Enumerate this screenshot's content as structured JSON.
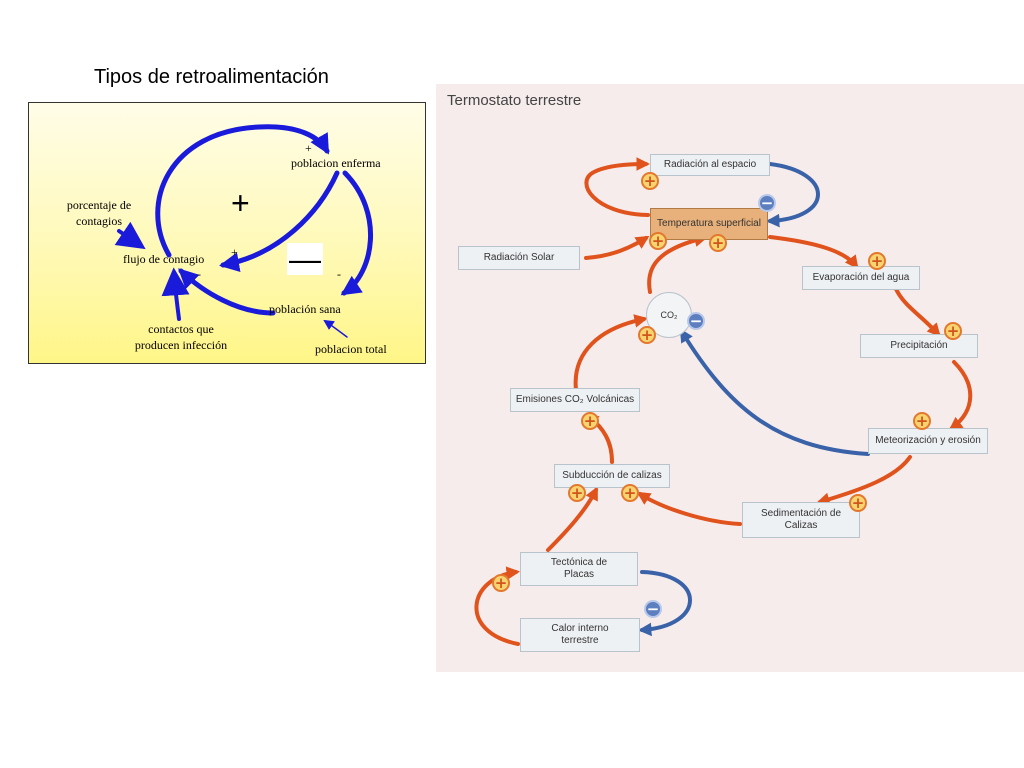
{
  "slide": {
    "title": "Tipos de retroalimentación"
  },
  "left_diagram": {
    "labels": {
      "poblacion_enferma": "poblacion enferma",
      "porcentaje_1": "porcentaje de",
      "porcentaje_2": "contagios",
      "flujo": "flujo de contagio",
      "poblacion_sana": "población sana",
      "contactos_1": "contactos que",
      "contactos_2": "producen infección",
      "poblacion_total": "poblacion total"
    },
    "signs": {
      "plus_enferma": "+",
      "plus_flujo": "+",
      "minus_flujo": "-",
      "minus_sana": "-",
      "loop_positive": "+",
      "loop_negative": "—"
    },
    "colors": {
      "arrow": "#1a1adb",
      "background_top": "#fffde8",
      "background_bottom": "#fff688"
    }
  },
  "right_diagram": {
    "title": "Termostato terrestre",
    "nodes": {
      "radiacion_espacio": "Radiación al espacio",
      "temperatura": "Temperatura superficial",
      "radiacion_solar": "Radiación Solar",
      "evaporacion": "Evaporación del agua",
      "co2": "CO₂",
      "precipitacion": "Precipitación",
      "emisiones": "Emisiones CO₂ Volcánicas",
      "meteorizacion": "Meteorización y erosión",
      "subduccion": "Subducción de calizas",
      "sedimentacion_1": "Sedimentación de",
      "sedimentacion_2": "Calizas",
      "tectonica_1": "Tectónica de",
      "tectonica_2": "Placas",
      "calor_1": "Calor interno",
      "calor_2": "terrestre"
    },
    "badges": {
      "plus": "+",
      "minus": "−"
    },
    "colors": {
      "positive_arrow": "#e0531c",
      "negative_arrow": "#3a62a8",
      "highlight": "#e8b07a",
      "background": "#f6ecec"
    }
  }
}
